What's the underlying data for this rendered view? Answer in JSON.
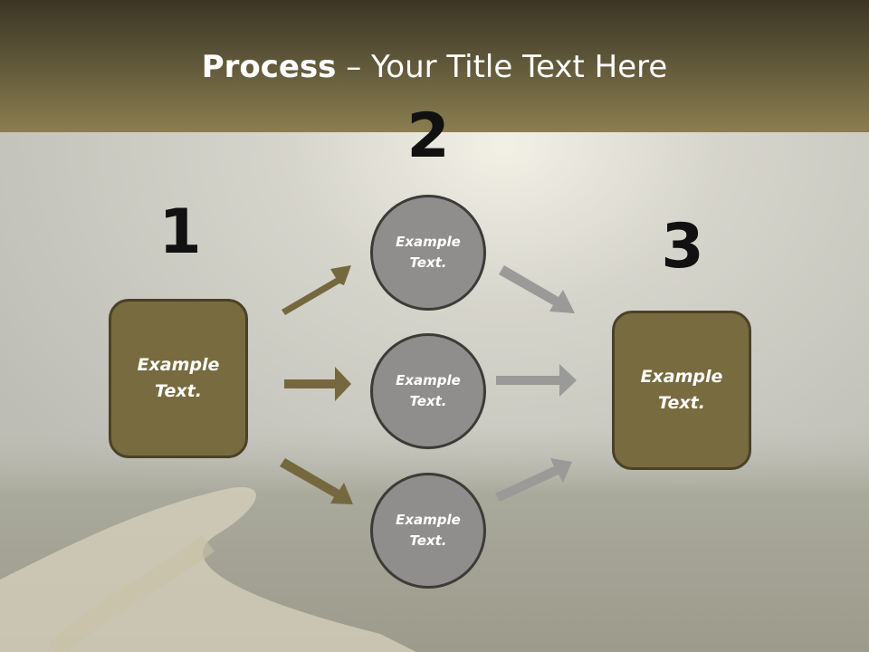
{
  "title": {
    "bold": "Process",
    "rest": " – Your Title Text Here"
  },
  "steps": [
    {
      "number": "1",
      "label": "Example\nText."
    },
    {
      "number": "2",
      "items": [
        "Example\nText.",
        "Example\nText.",
        "Example\nText."
      ]
    },
    {
      "number": "3",
      "label": "Example\nText."
    }
  ],
  "colors": {
    "header": "#6b6243",
    "box_fill": "#786b40",
    "circle_fill": "#8f8e8c",
    "arrow_brown": "#76683e",
    "arrow_gray": "#9a9a98"
  }
}
